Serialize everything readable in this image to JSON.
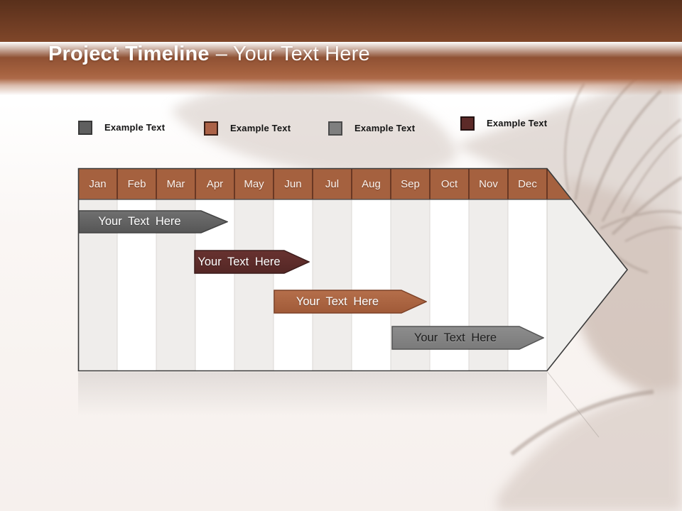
{
  "slide": {
    "title_bold": "Project Timeline",
    "title_rest": "– Your Text Here"
  },
  "legend": {
    "items": [
      {
        "label": "Example Text",
        "color": "#5f5f5f"
      },
      {
        "label": "Example Text",
        "color": "#ab6247"
      },
      {
        "label": "Example Text",
        "color": "#7f7f7f"
      },
      {
        "label": "Example Text",
        "color": "#5c2a28"
      }
    ]
  },
  "timeline": {
    "months": [
      "Jan",
      "Feb",
      "Mar",
      "Apr",
      "May",
      "Jun",
      "Jul",
      "Aug",
      "Sep",
      "Oct",
      "Nov",
      "Dec"
    ],
    "header_color": "#a5613f",
    "tasks": [
      {
        "label": "Your Text Here",
        "color": "#616161",
        "text_color": "#ffffff",
        "start_month": "Jan",
        "end_month": "Mar"
      },
      {
        "label": "Your Text Here",
        "color": "#5e2d2b",
        "text_color": "#ffffff",
        "start_month": "Apr",
        "end_month": "Jun"
      },
      {
        "label": "Your Text Here",
        "color": "#ad6746",
        "text_color": "#ffffff",
        "start_month": "Jun",
        "end_month": "Sep"
      },
      {
        "label": "Your Text Here",
        "color": "#838383",
        "text_color": "#1c1c1c",
        "start_month": "Sep",
        "end_month": "Nov"
      }
    ]
  }
}
